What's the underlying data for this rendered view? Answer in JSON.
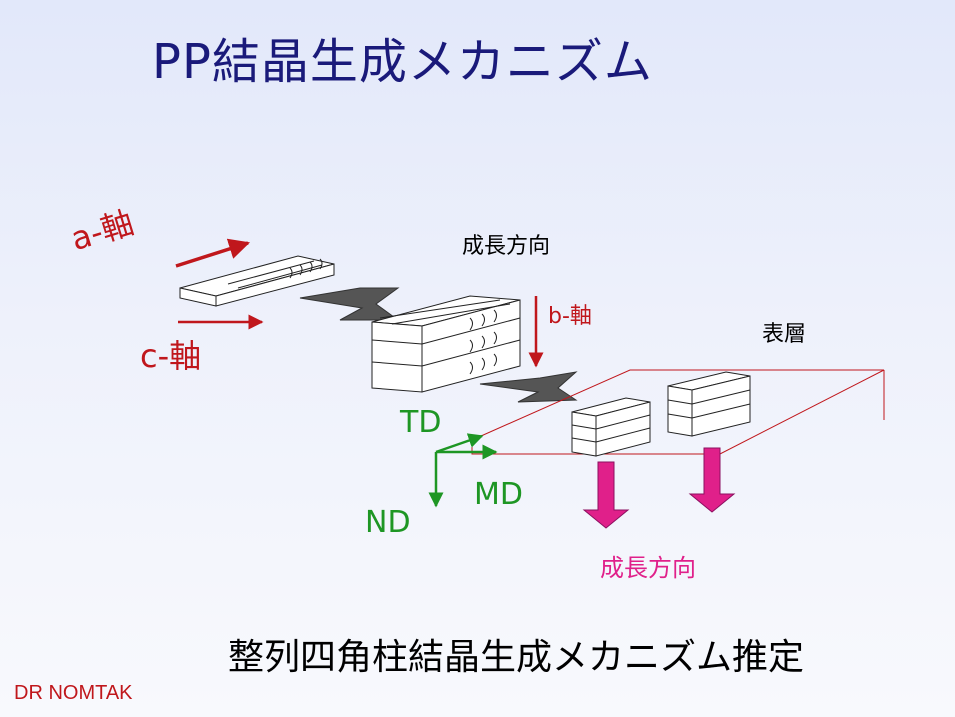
{
  "title": "PP結晶生成メカニズム",
  "labels": {
    "a_axis": "a-軸",
    "c_axis": "c-軸",
    "b_axis": "b-軸",
    "growth_direction_top": "成長方向",
    "surface_layer": "表層",
    "td": "TD",
    "md": "MD",
    "nd": "ND",
    "growth_direction_bottom": "成長方向"
  },
  "subtitle": "整列四角柱結晶生成メカニズム推定",
  "credit": "DR NOMTAK",
  "colors": {
    "title": "#1a1a7a",
    "axis_red": "#c0171c",
    "direction_green": "#1e9624",
    "growth_magenta": "#e0208a",
    "block_gray": "#555555"
  }
}
